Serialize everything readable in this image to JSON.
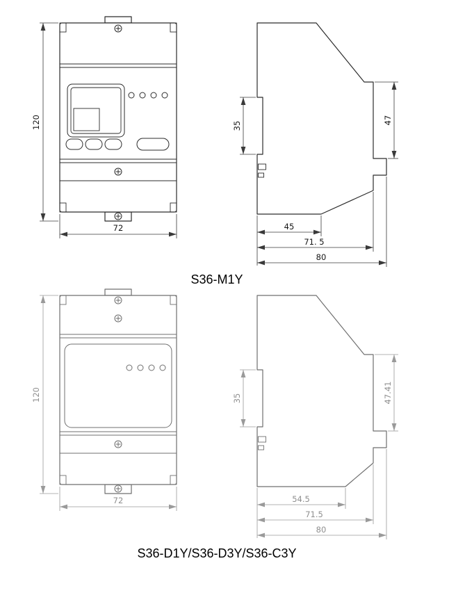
{
  "page": {
    "background": "#ffffff"
  },
  "diagrams": [
    {
      "title": "S36-M1Y",
      "front": {
        "height_mm": "120",
        "width_mm": "72"
      },
      "side": {
        "rail_recess_height": "35",
        "front_face_height": "47",
        "body_depth": "45",
        "mid_depth": "71. 5",
        "total_depth": "80"
      }
    },
    {
      "title": "S36-D1Y/S36-D3Y/S36-C3Y",
      "front": {
        "height_mm": "120",
        "width_mm": "72"
      },
      "side": {
        "rail_recess_height": "35",
        "front_face_height": "47.41",
        "body_depth": "54.5",
        "mid_depth": "71.5",
        "total_depth": "80"
      }
    }
  ]
}
